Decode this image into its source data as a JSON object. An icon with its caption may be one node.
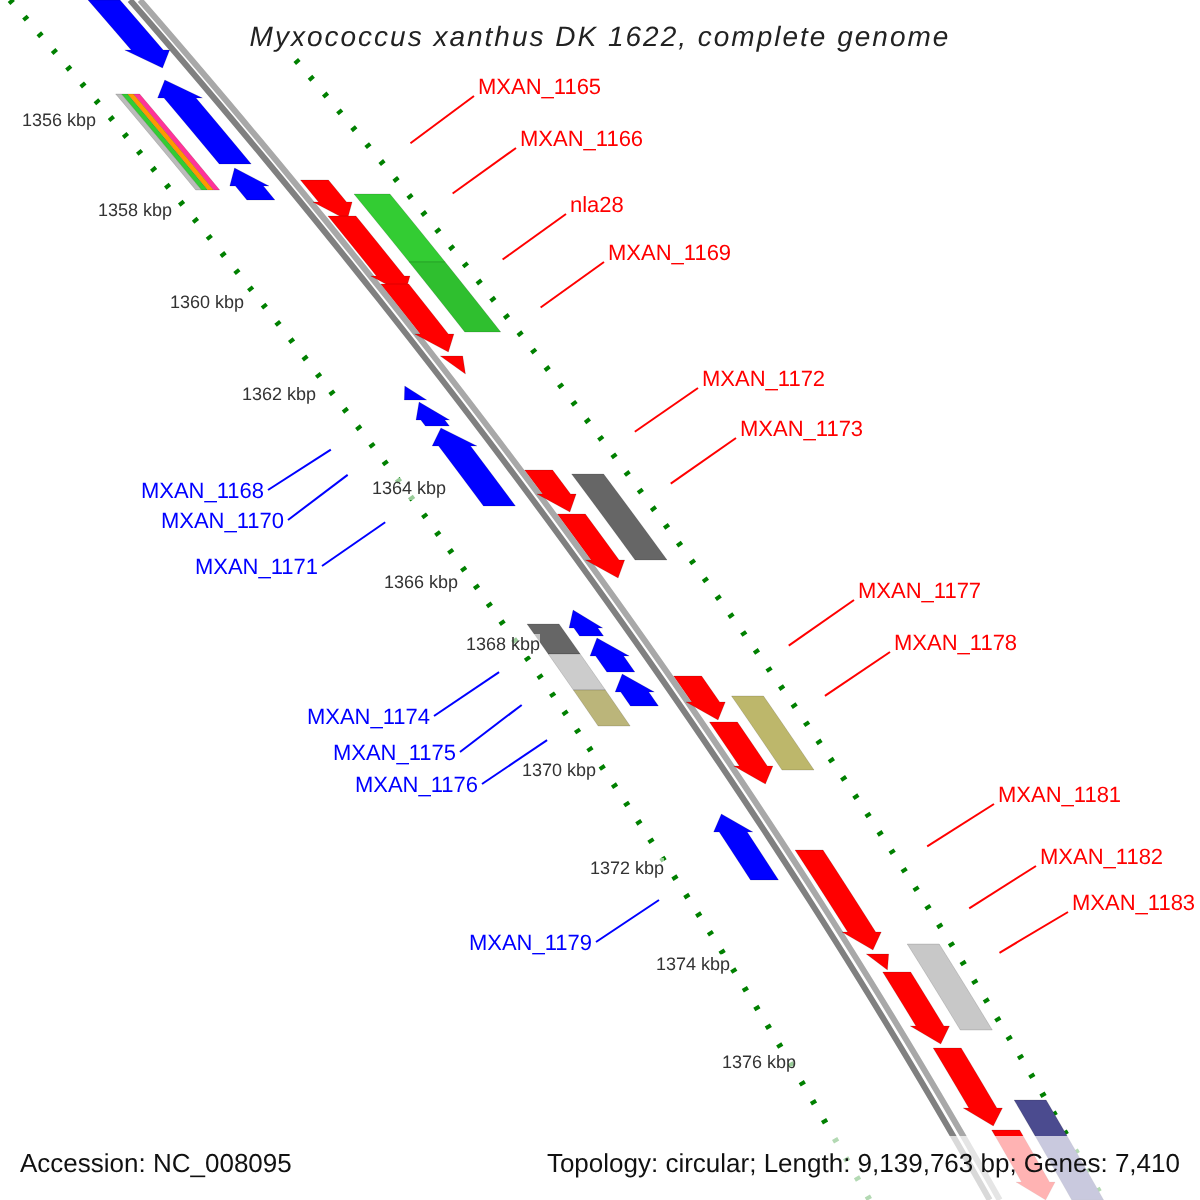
{
  "diagram": {
    "title": "Myxococcus xanthus DK 1622, complete genome",
    "nodes": [
      {
        "text": [
          "MXAN_1165"
        ]
      },
      {
        "text": [
          "MXAN_1166"
        ]
      },
      {
        "text": [
          "nla28"
        ]
      },
      {
        "text": [
          "MXAN_1169"
        ]
      },
      {
        "text": [
          "MXAN_1172"
        ]
      },
      {
        "text": [
          "MXAN_1173"
        ]
      },
      {
        "text": [
          "MXAN_1177"
        ]
      },
      {
        "text": [
          "MXAN_1178"
        ]
      },
      {
        "text": [
          "MXAN_1181"
        ]
      },
      {
        "text": [
          "MXAN_1182"
        ]
      },
      {
        "text": [
          "MXAN_1183"
        ]
      },
      {
        "text": [
          "MXAN_1168"
        ]
      },
      {
        "text": [
          "MXAN_1170"
        ]
      },
      {
        "text": [
          "MXAN_1171"
        ]
      },
      {
        "text": [
          "MXAN_1174"
        ]
      },
      {
        "text": [
          "MXAN_1175"
        ]
      },
      {
        "text": [
          "MXAN_1176"
        ]
      },
      {
        "text": [
          "MXAN_1179"
        ]
      }
    ],
    "edges": [
      {
        "from": 0,
        "to": null,
        "arrow": "none"
      },
      {
        "from": 1,
        "to": null,
        "arrow": "none"
      },
      {
        "from": 2,
        "to": null,
        "arrow": "none"
      },
      {
        "from": 3,
        "to": null,
        "arrow": "none"
      },
      {
        "from": 4,
        "to": null,
        "arrow": "none"
      },
      {
        "from": 5,
        "to": null,
        "arrow": "none"
      },
      {
        "from": 6,
        "to": null,
        "arrow": "none"
      },
      {
        "from": 7,
        "to": null,
        "arrow": "none"
      },
      {
        "from": 8,
        "to": null,
        "arrow": "none"
      },
      {
        "from": 9,
        "to": null,
        "arrow": "none"
      },
      {
        "from": 10,
        "to": null,
        "arrow": "none"
      },
      {
        "from": 11,
        "to": null,
        "arrow": "none",
        "color": "#0000ff"
      },
      {
        "from": 12,
        "to": null,
        "arrow": "none",
        "color": "#0000ff"
      },
      {
        "from": 13,
        "to": null,
        "arrow": "none",
        "color": "#0000ff"
      },
      {
        "from": 14,
        "to": null,
        "arrow": "none",
        "color": "#0000ff"
      },
      {
        "from": 15,
        "to": null,
        "arrow": "none",
        "color": "#0000ff"
      },
      {
        "from": 16,
        "to": null,
        "arrow": "none",
        "color": "#0000ff"
      },
      {
        "from": 17,
        "to": null,
        "arrow": "none",
        "color": "#0000ff"
      }
    ],
    "labels": [
      "1356 kbp",
      "1358 kbp",
      "1360 kbp",
      "1362 kbp",
      "1364 kbp",
      "1366 kbp",
      "1368 kbp",
      "1370 kbp",
      "1372 kbp",
      "1374 kbp",
      "1376 kbp",
      "Accession: NC_008095",
      "Topology: circular; Length: 9,139,763 bp; Genes: 7,410"
    ]
  }
}
